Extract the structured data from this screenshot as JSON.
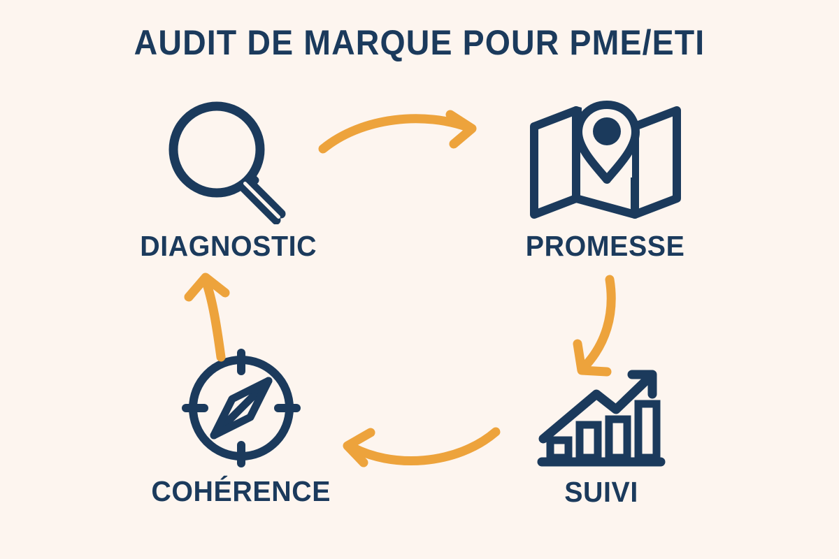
{
  "page": {
    "title": "AUDIT DE MARQUE POUR PME/ETI",
    "background_color": "#fdf5ef",
    "navy": "#1b3a5c",
    "orange": "#eda33c"
  },
  "cycle": {
    "steps": [
      {
        "id": "diagnostic",
        "label": "DIAGNOSTIC",
        "icon": "magnifying-glass-icon"
      },
      {
        "id": "promesse",
        "label": "PROMESSE",
        "icon": "map-pin-icon"
      },
      {
        "id": "suivi",
        "label": "SUIVI",
        "icon": "bar-chart-growth-icon"
      },
      {
        "id": "coherence",
        "label": "COHÉRENCE",
        "icon": "compass-icon"
      }
    ],
    "connectors": [
      {
        "id": "diagnostic-to-promesse",
        "icon": "curved-arrow-right-icon"
      },
      {
        "id": "promesse-to-suivi",
        "icon": "curved-arrow-down-icon"
      },
      {
        "id": "suivi-to-coherence",
        "icon": "curved-arrow-left-icon"
      },
      {
        "id": "coherence-to-diagnostic",
        "icon": "curved-arrow-up-icon"
      }
    ]
  }
}
